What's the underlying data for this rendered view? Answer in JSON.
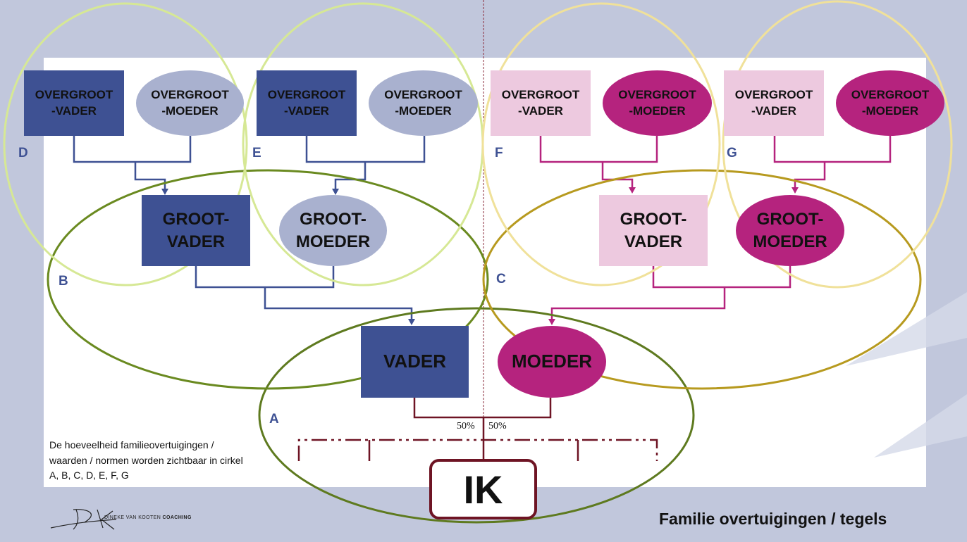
{
  "colors": {
    "background": "#c1c7dc",
    "blue_dark": "#3e5193",
    "blue_light": "#a9b1cf",
    "pink_light": "#edc9df",
    "magenta": "#b5237e",
    "ring_a_b": "#5e7a1f",
    "ring_c": "#b79a1f",
    "ring_light_green": "#d6e895",
    "ring_light_yellow": "#f0e19a",
    "ik_border": "#6e1424"
  },
  "nodes": {
    "d_father": "OVERGROOT\n-VADER",
    "d_mother": "OVERGROOT\n-MOEDER",
    "e_father": "OVERGROOT\n-VADER",
    "e_mother": "OVERGROOT\n-MOEDER",
    "f_father": "OVERGROOT\n-VADER",
    "f_mother": "OVERGROOT\n-MOEDER",
    "g_father": "OVERGROOT\n-VADER",
    "g_mother": "OVERGROOT\n-MOEDER",
    "paternal_grandfather": "GROOT-\nVADER",
    "paternal_grandmother": "GROOT-\nMOEDER",
    "maternal_grandfather": "GROOT-\nVADER",
    "maternal_grandmother": "GROOT-\nMOEDER",
    "father": "VADER",
    "mother": "MOEDER",
    "self": "IK"
  },
  "circle_labels": {
    "a": "A",
    "b": "B",
    "c": "C",
    "d": "D",
    "e": "E",
    "f": "F",
    "g": "G"
  },
  "percent_father": "50%",
  "percent_mother": "50%",
  "caption": "De hoeveelheid familieovertuigingen / waarden / normen worden zichtbaar in cirkel A, B, C, D, E, F, G",
  "footer_title": "Familie overtuigingen / tegels",
  "logo_text_light": "DINEKE VAN KOOTEN",
  "logo_text_bold": "COACHING"
}
